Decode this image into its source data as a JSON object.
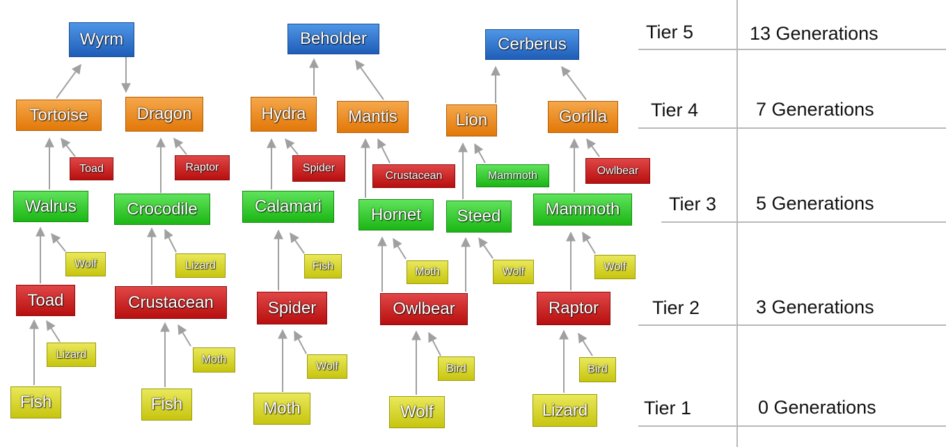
{
  "colors": {
    "tier5": "#2a6fcf",
    "tier4": "#ee8a1a",
    "tier3": "#2ecc26",
    "tier2": "#c91c1c",
    "tier1": "#d9d62a",
    "arrow": "#a0a0a0"
  },
  "diagram": {
    "nodes": [
      {
        "id": "n-wyrm",
        "label": "Wyrm",
        "tier": 5
      },
      {
        "id": "n-beholder",
        "label": "Beholder",
        "tier": 5
      },
      {
        "id": "n-cerberus",
        "label": "Cerberus",
        "tier": 5
      },
      {
        "id": "n-tortoise",
        "label": "Tortoise",
        "tier": 4
      },
      {
        "id": "n-dragon",
        "label": "Dragon",
        "tier": 4
      },
      {
        "id": "n-hydra",
        "label": "Hydra",
        "tier": 4
      },
      {
        "id": "n-mantis",
        "label": "Mantis",
        "tier": 4
      },
      {
        "id": "n-lion",
        "label": "Lion",
        "tier": 4
      },
      {
        "id": "n-gorilla",
        "label": "Gorilla",
        "tier": 4
      },
      {
        "id": "s-toad",
        "label": "Toad",
        "tier": 2
      },
      {
        "id": "s-raptor",
        "label": "Raptor",
        "tier": 2
      },
      {
        "id": "s-spider",
        "label": "Spider",
        "tier": 2
      },
      {
        "id": "s-crustacean",
        "label": "Crustacean",
        "tier": 2
      },
      {
        "id": "s-mammoth",
        "label": "Mammoth",
        "tier": 3
      },
      {
        "id": "s-owlbear",
        "label": "Owlbear",
        "tier": 2
      },
      {
        "id": "n-walrus",
        "label": "Walrus",
        "tier": 3
      },
      {
        "id": "n-crocodile",
        "label": "Crocodile",
        "tier": 3
      },
      {
        "id": "n-calamari",
        "label": "Calamari",
        "tier": 3
      },
      {
        "id": "n-hornet",
        "label": "Hornet",
        "tier": 3
      },
      {
        "id": "n-steed",
        "label": "Steed",
        "tier": 3
      },
      {
        "id": "n-mammoth",
        "label": "Mammoth",
        "tier": 3
      },
      {
        "id": "s-wolf-1",
        "label": "Wolf",
        "tier": 1
      },
      {
        "id": "s-lizard-1",
        "label": "Lizard",
        "tier": 1
      },
      {
        "id": "s-fish-1",
        "label": "Fish",
        "tier": 1
      },
      {
        "id": "s-moth-1",
        "label": "Moth",
        "tier": 1
      },
      {
        "id": "s-wolf-2",
        "label": "Wolf",
        "tier": 1
      },
      {
        "id": "s-wolf-3",
        "label": "Wolf",
        "tier": 1
      },
      {
        "id": "n-toad",
        "label": "Toad",
        "tier": 2
      },
      {
        "id": "n-crustacean",
        "label": "Crustacean",
        "tier": 2
      },
      {
        "id": "n-spider",
        "label": "Spider",
        "tier": 2
      },
      {
        "id": "n-owlbear",
        "label": "Owlbear",
        "tier": 2
      },
      {
        "id": "n-raptor",
        "label": "Raptor",
        "tier": 2
      },
      {
        "id": "s-lizard-2",
        "label": "Lizard",
        "tier": 1
      },
      {
        "id": "s-moth-2",
        "label": "Moth",
        "tier": 1
      },
      {
        "id": "s-wolf-4",
        "label": "Wolf",
        "tier": 1
      },
      {
        "id": "s-bird-1",
        "label": "Bird",
        "tier": 1
      },
      {
        "id": "s-bird-2",
        "label": "Bird",
        "tier": 1
      },
      {
        "id": "n-fish-1",
        "label": "Fish",
        "tier": 1
      },
      {
        "id": "n-fish-2",
        "label": "Fish",
        "tier": 1
      },
      {
        "id": "n-moth",
        "label": "Moth",
        "tier": 1
      },
      {
        "id": "n-wolf",
        "label": "Wolf",
        "tier": 1
      },
      {
        "id": "n-lizard",
        "label": "Lizard",
        "tier": 1
      }
    ]
  },
  "tiers": [
    {
      "label": "Tier  5",
      "generations": "13 Generations"
    },
    {
      "label": "Tier  4",
      "generations": "7 Generations"
    },
    {
      "label": "Tier  3",
      "generations": "5 Generations"
    },
    {
      "label": "Tier  2",
      "generations": "3 Generations"
    },
    {
      "label": "Tier  1",
      "generations": "0 Generations"
    }
  ]
}
